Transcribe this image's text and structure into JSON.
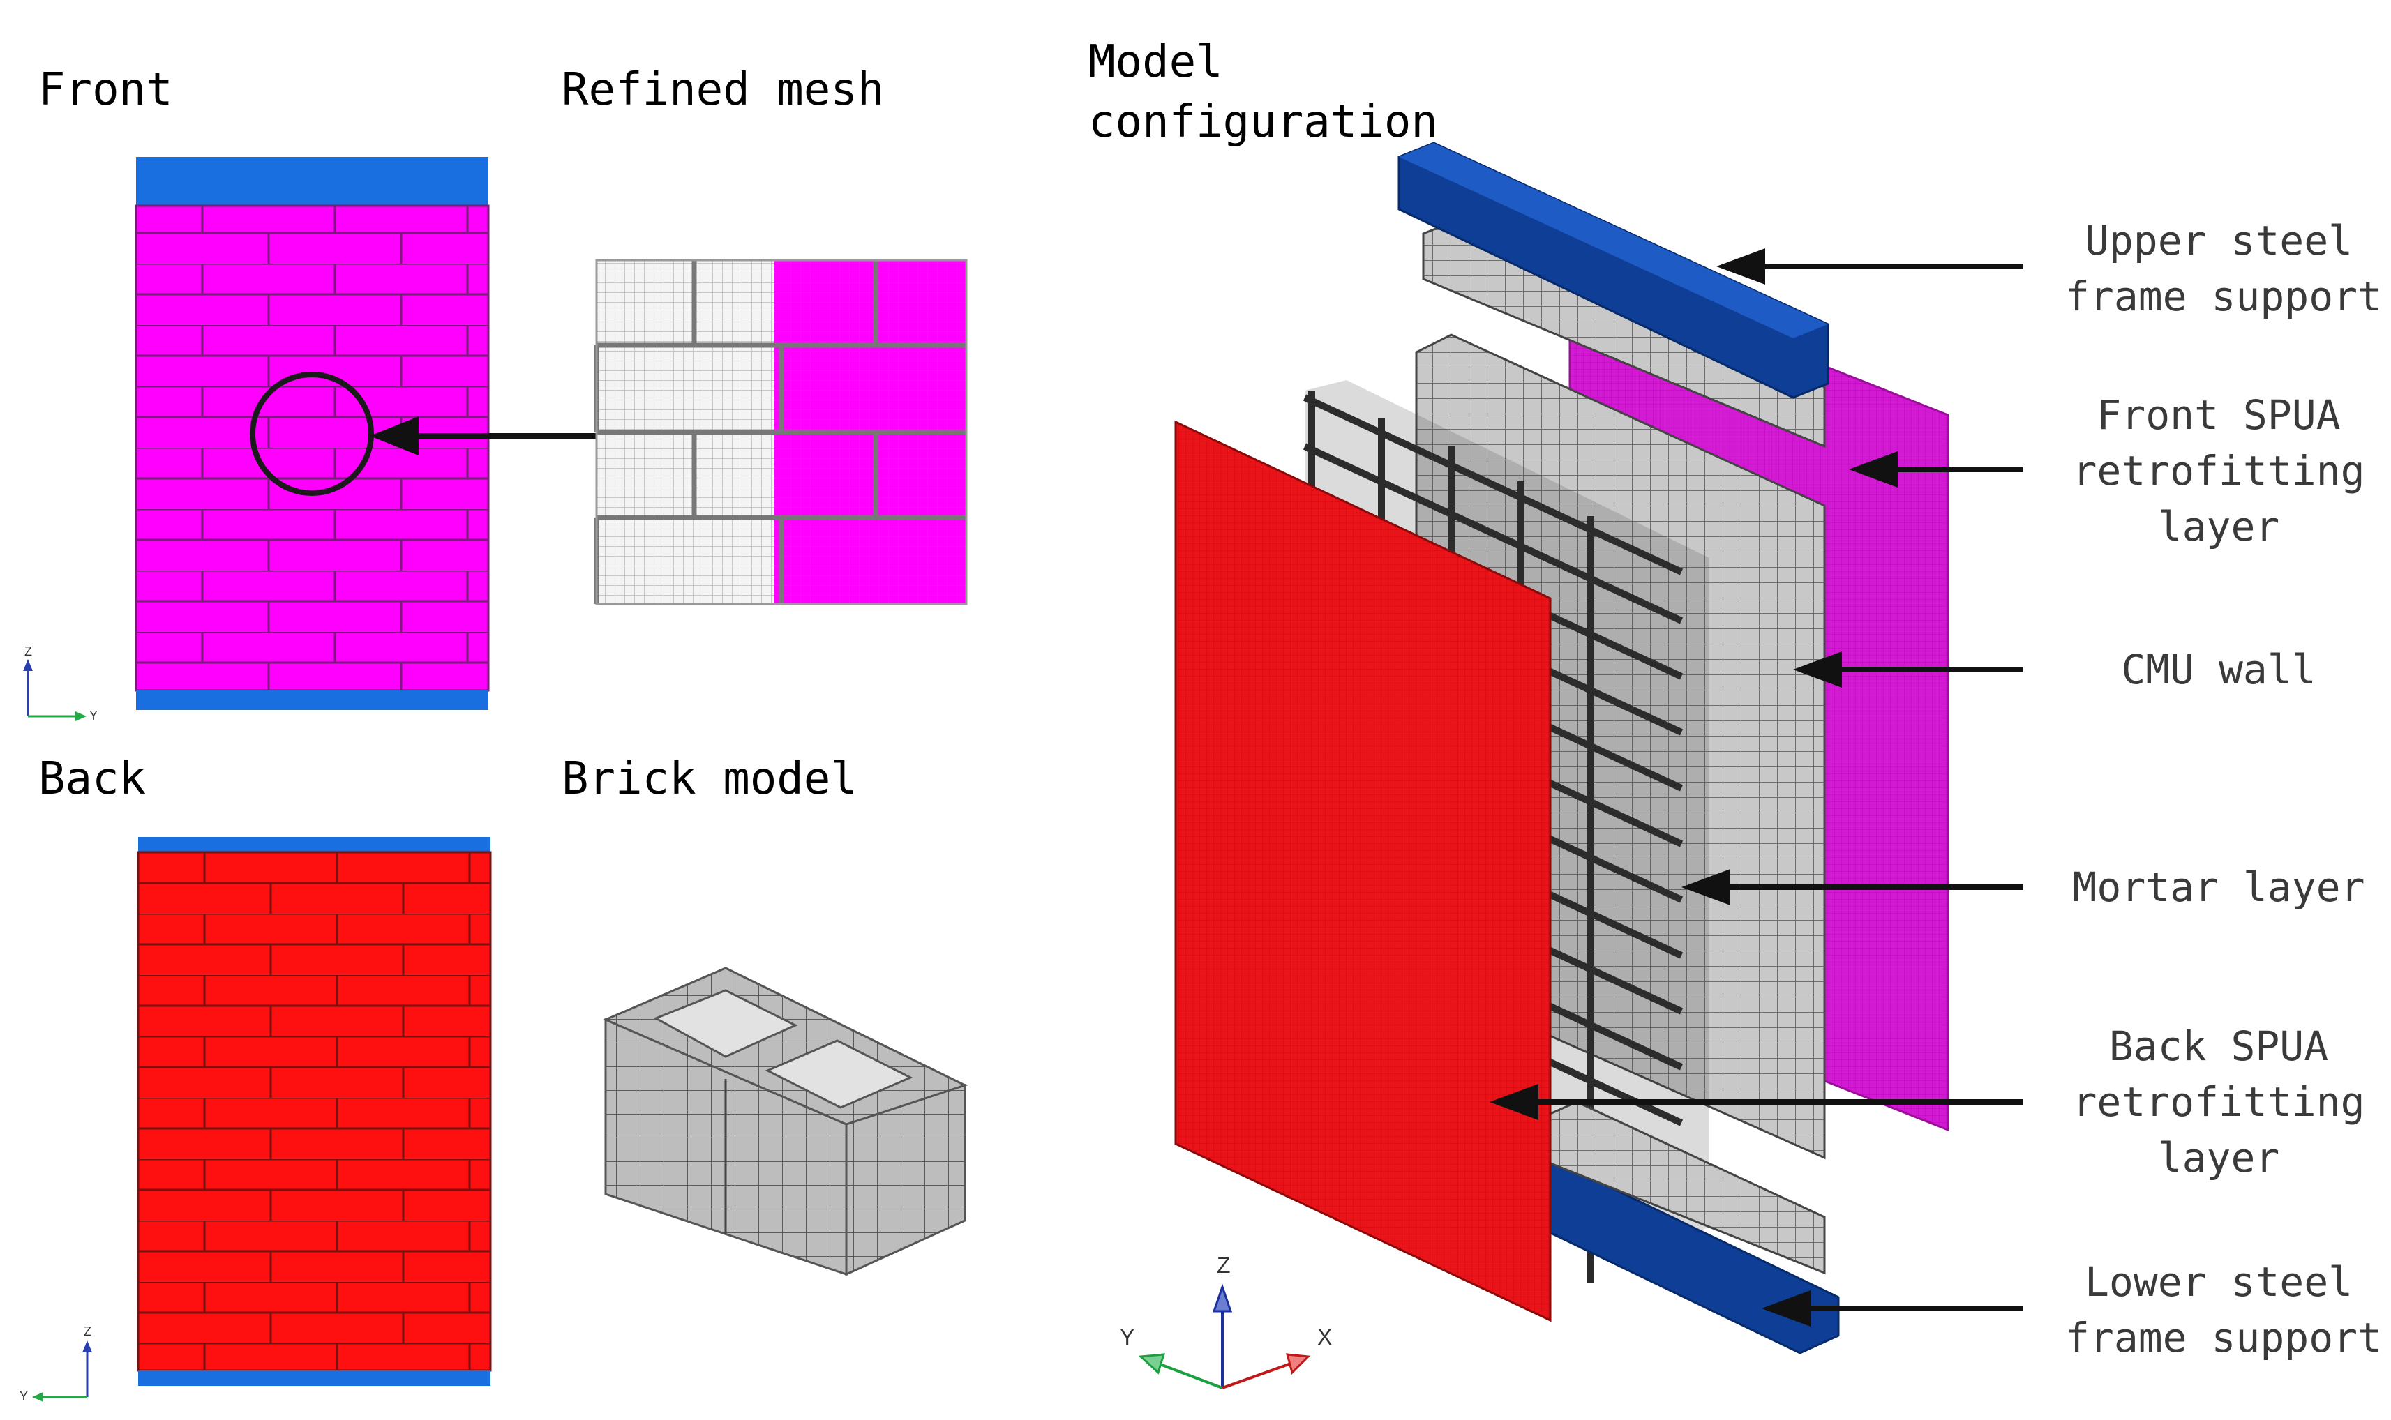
{
  "panels": {
    "front": "Front",
    "refined": "Refined mesh",
    "back": "Back",
    "brick": "Brick model",
    "model_line1": "Model",
    "model_line2": "configuration"
  },
  "callouts": [
    {
      "id": "upper",
      "lines": [
        "Upper steel",
        "frame support"
      ]
    },
    {
      "id": "front_spua",
      "lines": [
        "Front SPUA",
        "retrofitting",
        "layer"
      ]
    },
    {
      "id": "cmu",
      "lines": [
        "CMU wall"
      ]
    },
    {
      "id": "mortar",
      "lines": [
        "Mortar layer"
      ]
    },
    {
      "id": "back_spua",
      "lines": [
        "Back SPUA",
        "retrofitting",
        "layer"
      ]
    },
    {
      "id": "lower",
      "lines": [
        "Lower steel",
        "frame support"
      ]
    }
  ],
  "axes": {
    "x": "X",
    "y": "Y",
    "z": "Z"
  },
  "colors": {
    "magenta": "#ff00ff",
    "red": "#ff1010",
    "blue": "#1a6fe0",
    "navy": "#0a3a8c",
    "grey": "#bdbdbd",
    "dark": "#3c3c3c"
  }
}
